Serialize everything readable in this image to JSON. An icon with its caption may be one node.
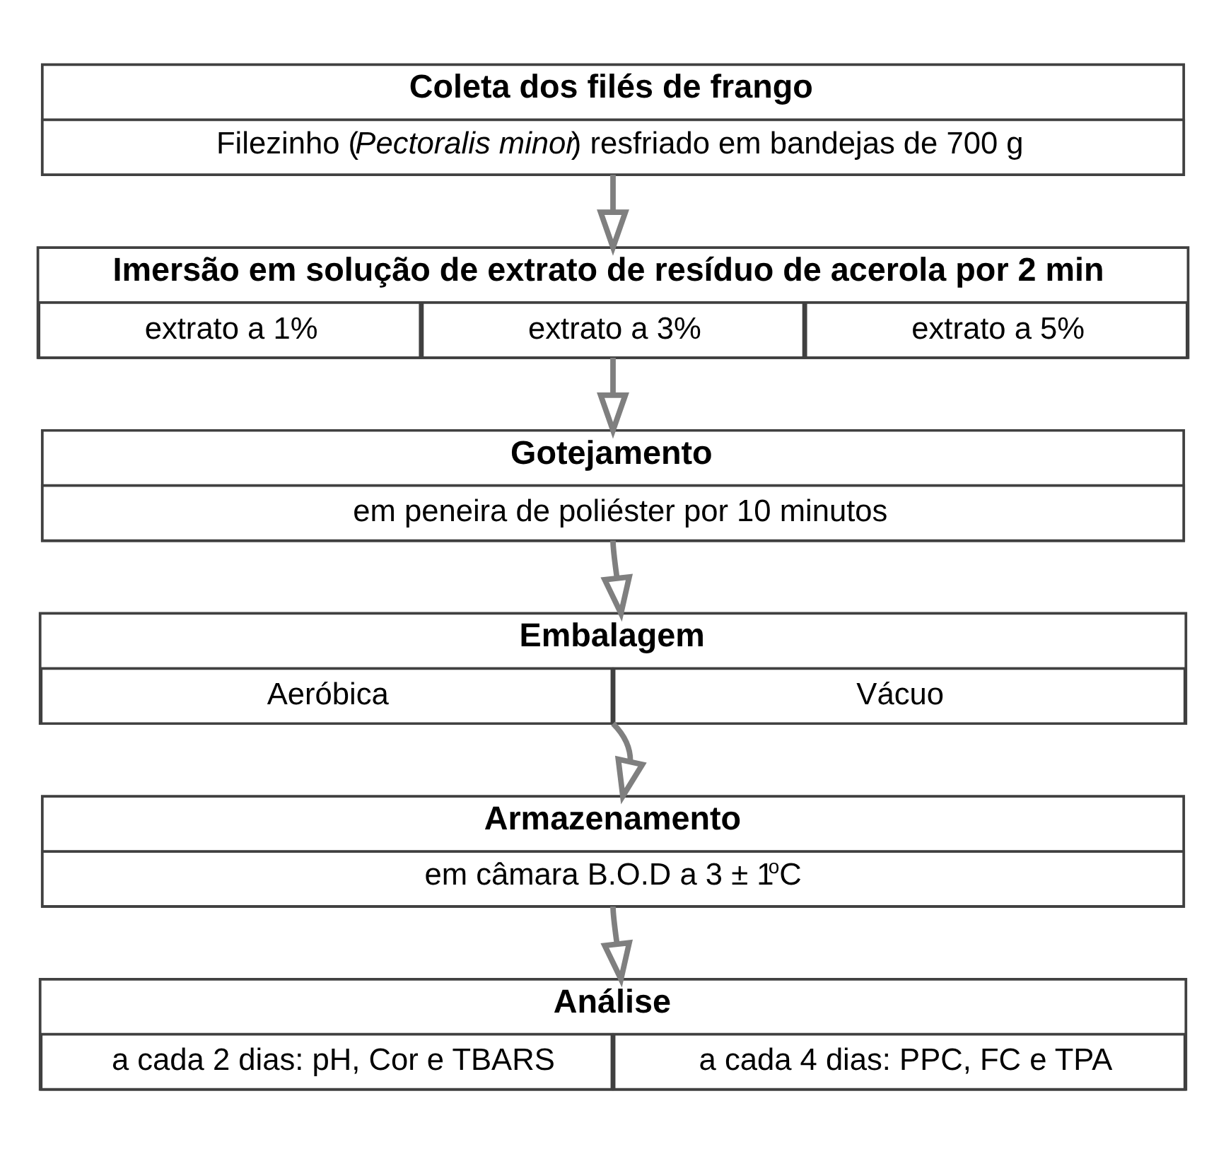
{
  "diagram": {
    "nodes": [
      {
        "text": [
          "Coleta dos filés de frango"
        ]
      },
      {
        "text": [
          "Filezinho (*Pectoralis minor*) resfriado em bandejas de 700 g"
        ],
        "in": 0
      },
      {
        "text": [
          "Imersão em solução de extrato de resíduo de acerola por 2 min"
        ]
      },
      {
        "text": [
          "extrato a 1%"
        ],
        "in": 2
      },
      {
        "text": [
          "extrato a 3%"
        ],
        "in": 2
      },
      {
        "text": [
          "extrato a 5%"
        ],
        "in": 2
      },
      {
        "text": [
          "Gotejamento"
        ]
      },
      {
        "text": [
          "em peneira de poliéster por 10 minutos"
        ],
        "in": 6
      },
      {
        "text": [
          "Embalagem"
        ]
      },
      {
        "text": [
          "Aeróbica"
        ],
        "in": 8
      },
      {
        "text": [
          "Vácuo"
        ],
        "in": 8
      },
      {
        "text": [
          "Armazenamento"
        ]
      },
      {
        "text": [
          "em câmara B.O.D a 3 ± 1$^{o}$C"
        ],
        "in": 11
      },
      {
        "text": [
          "Análise"
        ]
      },
      {
        "text": [
          "a cada 2 dias: pH, Cor e TBARS"
        ],
        "in": 13
      },
      {
        "text": [
          "a cada 4 dias: PPC, FC e TPA"
        ],
        "in": 13
      }
    ],
    "edges": [
      {
        "from": 0,
        "to": 2,
        "arrow": "to"
      },
      {
        "from": 2,
        "to": 6,
        "arrow": "to"
      },
      {
        "from": 6,
        "to": 8,
        "arrow": "to"
      },
      {
        "from": 8,
        "to": 11,
        "arrow": "to"
      },
      {
        "from": 11,
        "to": 13,
        "arrow": "to"
      }
    ]
  }
}
